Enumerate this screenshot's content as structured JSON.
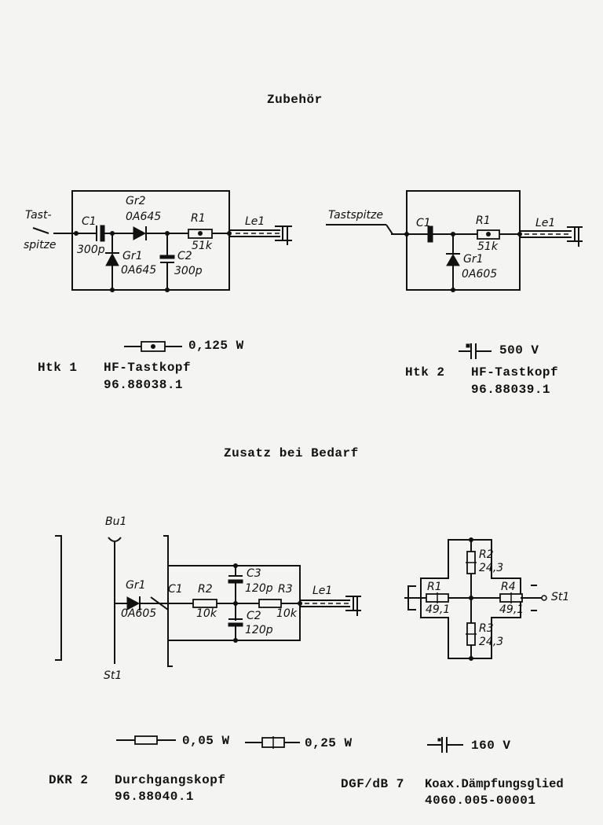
{
  "headings": {
    "accessories": "Zubehör",
    "extras": "Zusatz bei Bedarf"
  },
  "htk1": {
    "code": "Htk 1",
    "name": "HF-Tastkopf",
    "number": "96.88038.1",
    "labels": {
      "probe1": "Tast-",
      "probe2": "spitze",
      "c1": "C1",
      "c1v": "300p",
      "gr2": "Gr2",
      "gr2t": "0A645",
      "gr1": "Gr1",
      "gr1t": "0A645",
      "r1": "R1",
      "r1v": "51k",
      "c2": "C2",
      "c2v": "300p",
      "le1": "Le1"
    }
  },
  "htk2": {
    "code": "Htk 2",
    "name": "HF-Tastkopf",
    "number": "96.88039.1",
    "labels": {
      "probe": "Tastspitze",
      "c1": "C1",
      "r1": "R1",
      "r1v": "51k",
      "gr1": "Gr1",
      "gr1t": "0A605",
      "le1": "Le1"
    }
  },
  "dkr2": {
    "code": "DKR 2",
    "name": "Durchgangskopf",
    "number": "96.88040.1",
    "labels": {
      "bu1": "Bu1",
      "gr1": "Gr1",
      "gr1t": "0A605",
      "c1": "C1",
      "r2": "R2",
      "r2v": "10k",
      "c3": "C3",
      "c3v": "120p",
      "c2": "C2",
      "c2v": "120p",
      "r3": "R3",
      "r3v": "10k",
      "le1": "Le1",
      "st1": "St1"
    }
  },
  "dgf": {
    "code": "DGF/dB 7",
    "name": "Koax.Dämpfungsglied",
    "number": "4060.005-00001",
    "labels": {
      "r1": "R1",
      "r1v": "49,1",
      "r2": "R2",
      "r2v": "24,3",
      "r3": "R3",
      "r3v": "24,3",
      "r4": "R4",
      "r4v": "49,1",
      "st1": "St1"
    }
  },
  "legend": {
    "w0125": "0,125 W",
    "v500": "500 V",
    "w005": "0,05 W",
    "w025": "0,25 W",
    "v160": "160 V"
  }
}
